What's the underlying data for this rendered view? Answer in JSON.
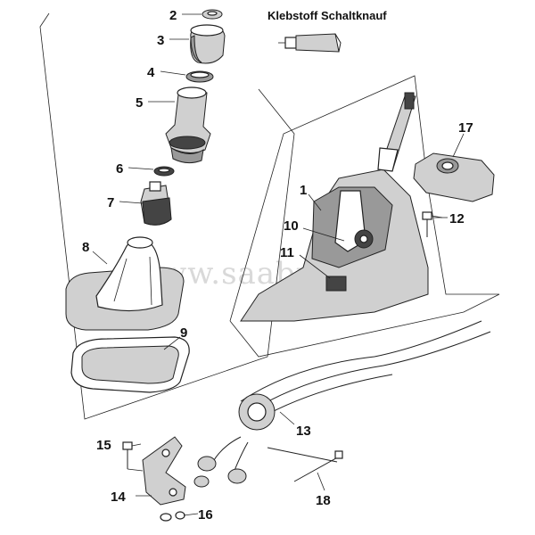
{
  "diagram": {
    "heading": "Klebstoff Schaltknauf",
    "watermark": "www.saabparts.eu",
    "labels": {
      "p1": "1",
      "p2": "2",
      "p3": "3",
      "p4": "4",
      "p5": "5",
      "p6": "6",
      "p7": "7",
      "p8": "8",
      "p9": "9",
      "p10": "10",
      "p11": "11",
      "p12": "12",
      "p13": "13",
      "p14": "14",
      "p15": "15",
      "p16": "16",
      "p17": "17",
      "p18": "18"
    }
  }
}
